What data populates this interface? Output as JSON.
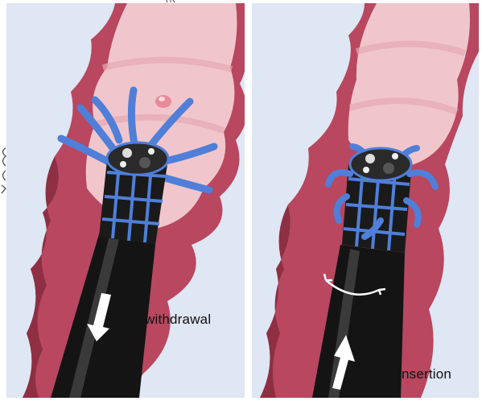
{
  "figure": {
    "panels": [
      {
        "id": "withdrawal",
        "caption": "withdrawal"
      },
      {
        "id": "insertion",
        "caption": "insertion"
      }
    ]
  },
  "colors": {
    "background": "#dfe6f4",
    "colon_wall": "#b8475f",
    "colon_inner": "#f0c6cc",
    "scope_body": "#141414",
    "fins": "#4f7fd8",
    "arrow": "#ffffff"
  },
  "icons": [
    "down-arrow-icon",
    "up-arrow-icon",
    "rotation-arrow-icon"
  ]
}
